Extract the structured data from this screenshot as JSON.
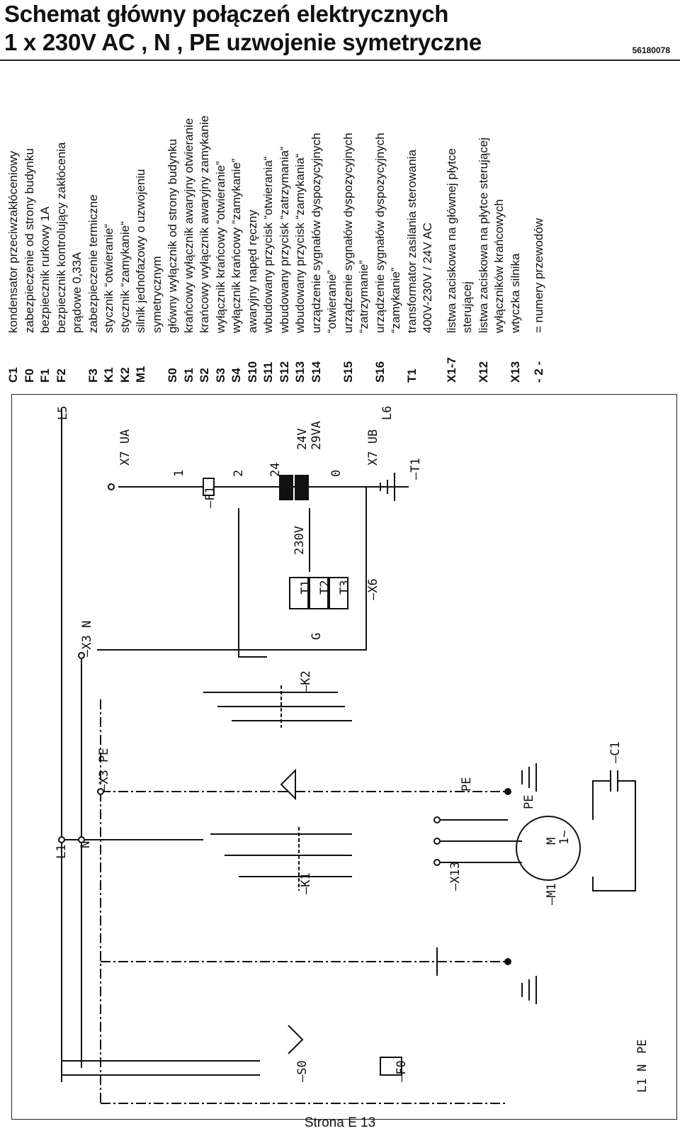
{
  "header": {
    "title_line1": "Schemat główny połączeń elektrycznych",
    "title_line2": "1 x 230V AC , N , PE uzwojenie symetryczne",
    "doc_number": "56180078"
  },
  "legend": [
    {
      "code": "C1",
      "desc": "kondensator przeciwzakłóceniowy"
    },
    {
      "code": "F0",
      "desc": "zabezpieczenie od strony budynku"
    },
    {
      "code": "F1",
      "desc": "bezpiecznik rurkowy 1A"
    },
    {
      "code": "F2",
      "desc": "bezpiecznik kontrolujący zakłócenia"
    },
    {
      "code": "",
      "desc": "prądowe 0,33A"
    },
    {
      "code": "F3",
      "desc": "zabezpieczenie termiczne"
    },
    {
      "code": "K1",
      "desc": "stycznik “otwieranie“"
    },
    {
      "code": "K2",
      "desc": "stycznik “zamykanie“"
    },
    {
      "code": "M1",
      "desc": "silnik jednofazowy o uzwojeniu"
    },
    {
      "code": "",
      "desc": "symetrycznym"
    },
    {
      "code": "S0",
      "desc": "główny wyłącznik od strony budynku"
    },
    {
      "code": "S1",
      "desc": "krańcowy wyłącznik awaryjny otwieranie"
    },
    {
      "code": "S2",
      "desc": "krańcowy wyłącznik awaryjny zamykanie"
    },
    {
      "code": "S3",
      "desc": "wyłącznik krańcowy “otwieranie”"
    },
    {
      "code": "S4",
      "desc": "wyłącznik krańcowy “zamykanie”"
    },
    {
      "code": "S10",
      "desc": "awaryjny napęd ręczny"
    },
    {
      "code": "S11",
      "desc": "wbudowany przycisk “otwierania“"
    },
    {
      "code": "S12",
      "desc": "wbudowany przycisk “zatrzymania“"
    },
    {
      "code": "S13",
      "desc": "wbudowany przycisk “zamykania“"
    },
    {
      "code": "S14",
      "desc": "urządzenie sygnałów dyspozycyjnych"
    },
    {
      "code": "",
      "desc": "“otwieranie”"
    },
    {
      "code": "S15",
      "desc": "urządzenie sygnałów dyspozycyjnych"
    },
    {
      "code": "",
      "desc": "“zatrzymanie”"
    },
    {
      "code": "S16",
      "desc": "urządzenie sygnałów dyspozycyjnych"
    },
    {
      "code": "",
      "desc": "“zamykanie”"
    },
    {
      "code": "T1",
      "desc": "transformator zasilania sterowania"
    },
    {
      "code": "",
      "desc": "400V-230V / 24V AC"
    },
    {
      "code": "",
      "desc": ""
    },
    {
      "code": "X1-7",
      "desc": "listwa zaciskowa na głównej płytce"
    },
    {
      "code": "",
      "desc": "sterującej"
    },
    {
      "code": "X12",
      "desc": "listwa zaciskowa na płytce sterującej"
    },
    {
      "code": "",
      "desc": "wyłączników krańcowych"
    },
    {
      "code": "X13",
      "desc": "wtyczka silnika"
    },
    {
      "code": "",
      "desc": ""
    },
    {
      "code": "- 2 -",
      "desc": "= numery przewodów"
    }
  ],
  "diagram": {
    "labels": {
      "L5": "L5",
      "L6": "L6",
      "X7_UA": "X7 UA",
      "X7_UB": "X7 UB",
      "F1": "–F1",
      "T1": "–T1",
      "v24": "24V",
      "va29": "29VA",
      "v230": "230V",
      "w1": "1",
      "w2": "2",
      "w24": "24",
      "w0": "0",
      "T1b": "T1",
      "T2b": "T2",
      "T3b": "T3",
      "G": "G",
      "X6": "–X6",
      "X3N": "–X3 N",
      "X3PE": "–X3 PE",
      "K1": "–K1",
      "K2": "–K2",
      "L1": "L1",
      "N": "N",
      "X13": "–X13",
      "M1": "–M1",
      "C1": "–C1",
      "M": "M",
      "M1ph": "1~",
      "PE": "PE",
      "PEm": "PE",
      "S0": "–S0",
      "F0": "–F0",
      "L1b": "L1",
      "Nb": "N",
      "PEb": "PE"
    }
  },
  "footer": {
    "page": "Strona E 13"
  }
}
